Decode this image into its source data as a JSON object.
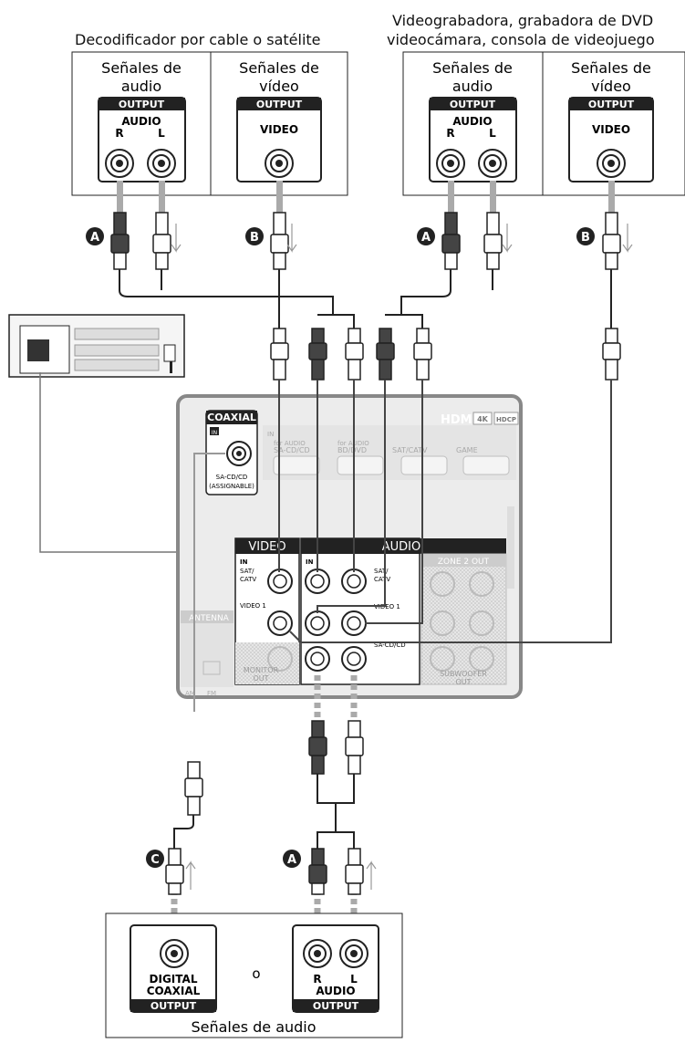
{
  "titles": {
    "cable_box": "Decodificador por cable o satélite",
    "vcr_line1": "Videograbadora, grabadora de DVD",
    "vcr_line2": "videocámara, consola de videojuego",
    "bottom_caption": "Señales de audio",
    "or_word": "o"
  },
  "devices": {
    "audio_signals_l1": "Señales de",
    "audio_signals_l2": "audio",
    "video_signals_l1": "Señales de",
    "video_signals_l2": "vídeo",
    "output": "OUTPUT",
    "audio": "AUDIO",
    "video": "VIDEO",
    "r": "R",
    "l": "L",
    "digital": "DIGITAL",
    "coaxial": "COAXIAL"
  },
  "cables": {
    "a": "A",
    "b": "B",
    "c": "C"
  },
  "receiver": {
    "coaxial_header": "COAXIAL",
    "in": "IN",
    "sacd": "SA-CD/CD",
    "assignable": "(ASSIGNABLE)",
    "hdmi": "HDMI",
    "badge_4k": "4K",
    "badge_hdcp": "HDCP",
    "hdmi_in1": "SA-CD/CD",
    "hdmi_in2": "BD/DVD",
    "hdmi_in3": "SAT/CATV",
    "hdmi_in4": "GAME",
    "for_audio": "for AUDIO",
    "video_header": "VIDEO",
    "audio_header": "AUDIO",
    "sat_catv_1": "SAT/",
    "sat_catv_2": "CATV",
    "video1": "VIDEO 1",
    "sacd_row": "SA-CD/CD",
    "monitor_1": "MONITOR",
    "monitor_2": "OUT",
    "zone2": "ZONE 2 OUT",
    "subwoofer_1": "SUBWOOFER",
    "subwoofer_2": "OUT",
    "antenna": "ANTENNA",
    "fm": "FM",
    "am": "AM"
  },
  "colors": {
    "line": "#222222",
    "gray_arrow": "#999999",
    "panel_border": "#888888",
    "panel_fill": "#eeeeee",
    "jack_red": "#444444",
    "jack_white": "#ffffff"
  }
}
